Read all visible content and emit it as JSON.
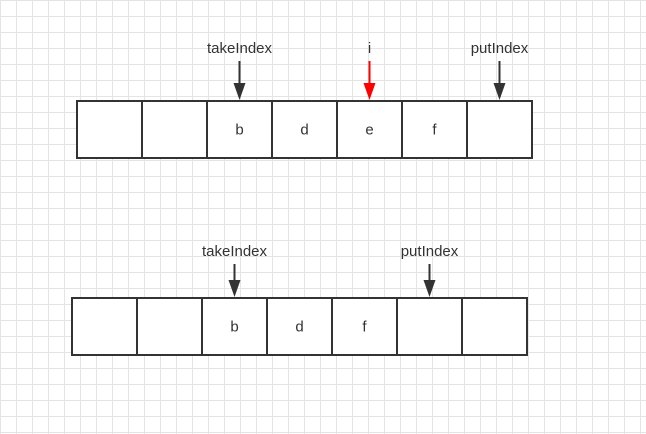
{
  "colors": {
    "background": "#ffffff",
    "grid": "#e4e4e4",
    "cell_border": "#333333",
    "text": "#333333",
    "pointer_arrow": "#333333",
    "highlight_arrow": "#ff0000"
  },
  "arrays": [
    {
      "cells": [
        "",
        "",
        "b",
        "d",
        "e",
        "f",
        ""
      ],
      "pointers": [
        {
          "label": "takeIndex",
          "target_cell": 2,
          "highlight": false
        },
        {
          "label": "i",
          "target_cell": 4,
          "highlight": true
        },
        {
          "label": "putIndex",
          "target_cell": 6,
          "highlight": false
        }
      ]
    },
    {
      "cells": [
        "",
        "",
        "b",
        "d",
        "f",
        "",
        ""
      ],
      "pointers": [
        {
          "label": "takeIndex",
          "target_cell": 2,
          "highlight": false
        },
        {
          "label": "putIndex",
          "target_cell": 5,
          "highlight": false
        }
      ]
    }
  ]
}
